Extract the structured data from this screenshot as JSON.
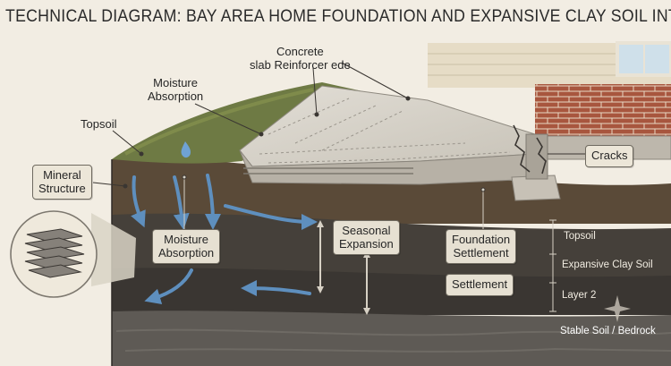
{
  "title": "TECHNICAL DIAGRAM: BAY AREA HOME FOUNDATION AND EXPANSIVE CLAY SOIL INTERACTION",
  "labels": {
    "concrete_slab_line1": "Concrete",
    "concrete_slab_line2": "slab Reinforcer ede",
    "moisture_top_line1": "Moisture",
    "moisture_top_line2": "Absorption",
    "topsoil_free": "Topsoil",
    "mineral_line1": "Mineral",
    "mineral_line2": "Structure",
    "cracks": "Cracks",
    "moisture_box_line1": "Moisture",
    "moisture_box_line2": "Absorption",
    "seasonal_line1": "Seasonal",
    "seasonal_line2": "Expansion",
    "foundation_line1": "Foundation",
    "foundation_line2": "Settlement",
    "settlement": "Settlement"
  },
  "layers": {
    "topsoil": "Topsoil",
    "clay": "Expansive Clay Soil",
    "layer2": "Layer 2",
    "bedrock": "Stable Soil / Bedrock"
  },
  "colors": {
    "background": "#f2ede3",
    "topsoil_layer": "#5a4a38",
    "clay_layer": "#45403a",
    "layer2": "#3a3632",
    "bedrock": "#5e5a55",
    "grass": "#6e7a44",
    "concrete": "#cfcac0",
    "brick": "#a8563e",
    "siding": "#e6dcc6",
    "arrow": "#5e8fbe"
  }
}
